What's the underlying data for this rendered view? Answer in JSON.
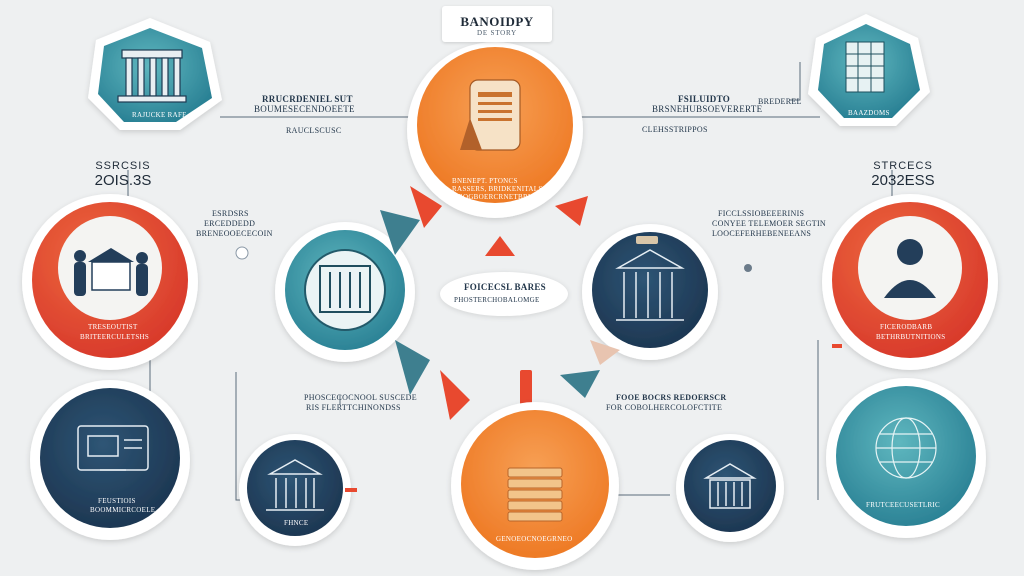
{
  "title": {
    "line1": "BANOIDPY",
    "line2": "DE STORY"
  },
  "center_label": {
    "line1": "FOICECSL BARES",
    "line2": "PHOSTERCHOBALOMGE"
  },
  "left_year": {
    "line1": "SSRCSIS",
    "line2": "2OIS.3S"
  },
  "right_year": {
    "line1": "STRCECS",
    "line2": "2032ESS"
  },
  "top_left_node": {
    "caption": "RAJUCKE RAFE"
  },
  "top_left_text": {
    "line1": "RRUCRDENIEL SUT",
    "line2": "BOUMESECENDOEETE",
    "line3": "RAUCLSCUSC"
  },
  "top_center_node": {
    "line1": "BNENEPT. PTONCS",
    "line2": "RASSERS, BRIDKENITALS",
    "line3": "BOGBOERCRNETBRIOS"
  },
  "top_right_text": {
    "line1": "FSILUIDTO",
    "line2": "BRSNEHUBSOEVERERTE",
    "line3": "CLEHSSTRIPPOS",
    "tag": "BREDEREL"
  },
  "top_right_node": {
    "caption": "BAAZDOMS"
  },
  "left_red_node": {
    "line1": "TRESEOUTIST",
    "line2": "BRITEERCULETSHS"
  },
  "left_mid_text": {
    "line1": "ESRDSRS",
    "line2": "ERCEDDEDD",
    "line3": "BRENEOOECECOIN"
  },
  "right_mid_text": {
    "line1": "FICCLSSIOBEEERINIS",
    "line2": "CONYEE TELEMOER SEGTIN",
    "line3": "LOOCEFERHEBENEEANS"
  },
  "right_red_node": {
    "line1": "FICERODBARB",
    "line2": "BETHRBUTNITIONS"
  },
  "left_bottom_node": {
    "line1": "FEUSTIOIS",
    "line2": "BOOMMICRCOELE"
  },
  "bottom_left_text": {
    "line1": "PHOSCECOCNOOL SUSCEDE",
    "line2": "RIS FLERTTCHINONDSS"
  },
  "bottom_mid_text": {
    "line1": "FOOE BOCRS REDOERSCR",
    "line2": "FOR COBOLHERCOLOFCTITE"
  },
  "bottom_center_node": {
    "caption": "GENOEOCNOEGRNEO"
  },
  "bottom_left_node": {
    "caption": "FHNCE"
  },
  "right_bottom_node": {
    "caption": "FRUTCEECUSETLRIC"
  },
  "colors": {
    "orange": "#f0832f",
    "red": "#e8492f",
    "navy": "#223d5a",
    "teal": "#2f8fa0",
    "background": "#eef0f1"
  }
}
